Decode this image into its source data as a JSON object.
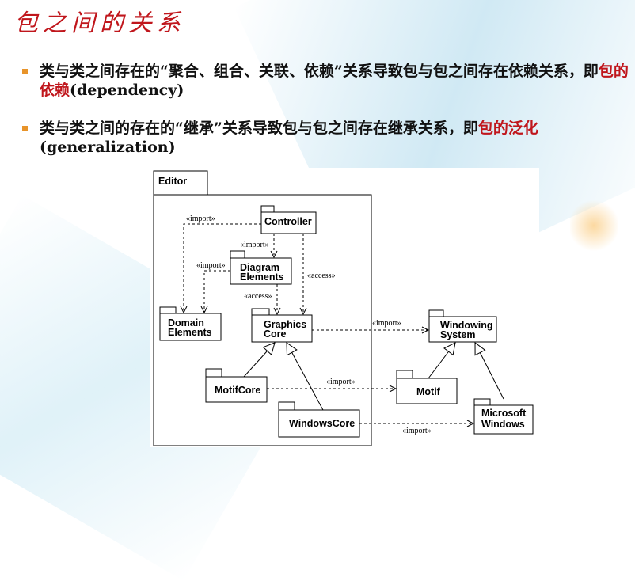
{
  "title": "包之间的关系",
  "bullets": [
    {
      "pre": "类与类之间存在的“聚合、组合、关联、依赖”关系导致包与包之间存在依赖关系，即",
      "highlight": "包的依赖",
      "post": "(dependency)"
    },
    {
      "pre": "类与类之间的存在的“继承”关系导致包与包之间存在继承关系，即",
      "highlight": "包的泛化",
      "post": "(generalization)"
    }
  ],
  "diagram": {
    "container": "Editor",
    "packages": {
      "controller": [
        "Controller"
      ],
      "diagram_elements": [
        "Diagram",
        "Elements"
      ],
      "domain_elements": [
        "Domain",
        "Elements"
      ],
      "graphics_core": [
        "Graphics",
        "Core"
      ],
      "motif_core": [
        "MotifCore"
      ],
      "windows_core": [
        "WindowsCore"
      ],
      "windowing_system": [
        "Windowing",
        "System"
      ],
      "motif": [
        "Motif"
      ],
      "microsoft_windows": [
        "Microsoft",
        "Windows"
      ]
    },
    "stereotypes": {
      "import": "«import»",
      "access": "«access»"
    }
  },
  "colors": {
    "accent_red": "#c0161c",
    "bullet_orange": "#e8942a"
  }
}
